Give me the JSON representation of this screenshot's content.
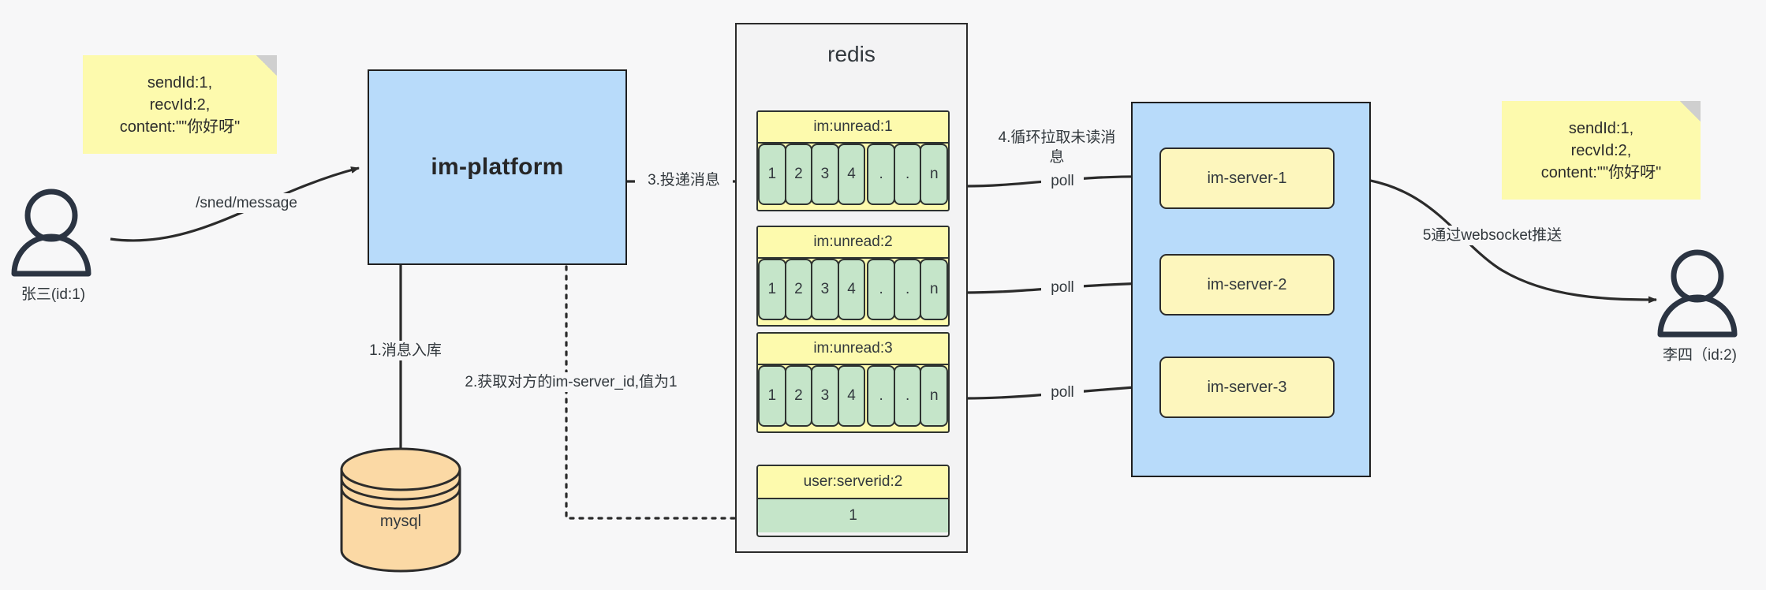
{
  "diagram": {
    "title": "IM message delivery architecture",
    "colors": {
      "blue_fill": "#b8dbfa",
      "yellow_note": "#fdfaad",
      "yellow_node": "#fdf6bd",
      "green_cell": "#c5e5c9",
      "orange_db": "#fbd9a5",
      "stroke": "#2b2b2b",
      "canvas": "#f7f7f8"
    },
    "actors": {
      "sender": {
        "label": "张三(id:1)",
        "icon": "person-icon"
      },
      "receiver": {
        "label": "李四（id:2)",
        "icon": "person-icon"
      }
    },
    "notes": {
      "left": "sendId:1,\nrecvId:2,\ncontent:\"\"你好呀\"",
      "right": "sendId:1,\nrecvId:2,\ncontent:\"\"你好呀\""
    },
    "nodes": {
      "platform": "im-platform",
      "database": "mysql",
      "redis_title": "redis",
      "servers": [
        "im-server-1",
        "im-server-2",
        "im-server-3"
      ]
    },
    "redis_keys": [
      {
        "key": "im:unread:1",
        "cells": [
          "1",
          "2",
          "3",
          "4",
          ".",
          ".",
          "n"
        ]
      },
      {
        "key": "im:unread:2",
        "cells": [
          "1",
          "2",
          "3",
          "4",
          ".",
          ".",
          "n"
        ]
      },
      {
        "key": "im:unread:3",
        "cells": [
          "1",
          "2",
          "3",
          "4",
          ".",
          ".",
          "n"
        ]
      }
    ],
    "redis_kv": {
      "key": "user:serverid:2",
      "value": "1"
    },
    "edges": {
      "send_message": "/sned/message",
      "step1": "1.消息入库",
      "step2": "2.获取对方的im-server_id,值为1",
      "step3": "3.投递消息",
      "step4": "4.循环拉取未读消\n息",
      "step5": "5通过websocket推送",
      "poll1": "poll",
      "poll2": "poll",
      "poll3": "poll"
    }
  }
}
